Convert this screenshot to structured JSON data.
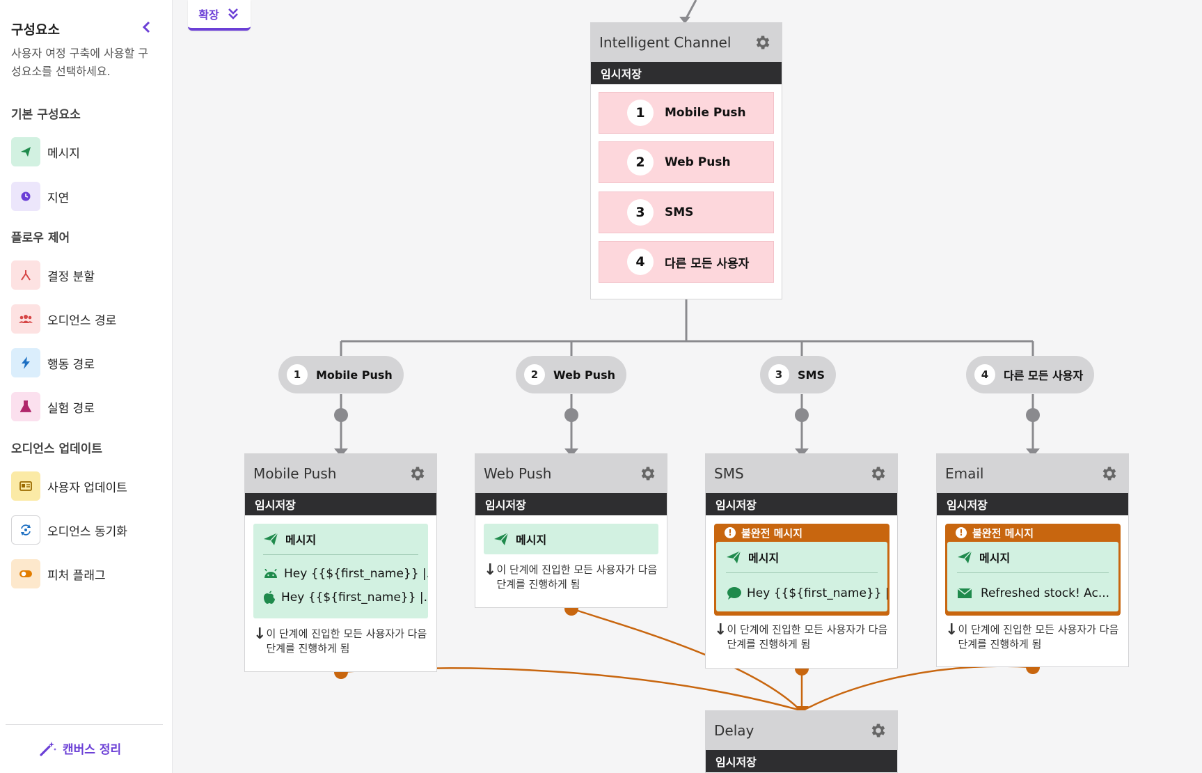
{
  "sidebar": {
    "title": "구성요소",
    "description": "사용자 여정 구축에 사용할 구성요소를 선택하세요.",
    "sections": {
      "basic": "기본 구성요소",
      "flow": "플로우 제어",
      "audience": "오디언스 업데이트"
    },
    "items": {
      "message": "메시지",
      "delay": "지연",
      "decision_split": "결정 분할",
      "audience_paths": "오디언스 경로",
      "action_paths": "행동 경로",
      "experiment_paths": "실험 경로",
      "user_update": "사용자 업데이트",
      "audience_sync": "오디언스 동기화",
      "feature_flag": "피처 플래그"
    },
    "tidy_label": "캔버스 정리"
  },
  "expand_label": "확장",
  "channel_step": {
    "title": "Intelligent Channel",
    "status": "임시저장",
    "priorities": [
      {
        "num": "1",
        "label": "Mobile Push"
      },
      {
        "num": "2",
        "label": "Web Push"
      },
      {
        "num": "3",
        "label": "SMS"
      },
      {
        "num": "4",
        "label": "다른 모든 사용자"
      }
    ]
  },
  "branches": [
    {
      "num": "1",
      "label": "Mobile Push"
    },
    {
      "num": "2",
      "label": "Web Push"
    },
    {
      "num": "3",
      "label": "SMS"
    },
    {
      "num": "4",
      "label": "다른 모든 사용자"
    }
  ],
  "steps": {
    "mobile_push": {
      "title": "Mobile Push",
      "status": "임시저장",
      "message_label": "메시지",
      "lines": [
        "Hey {{${first_name}} |...",
        "Hey {{${first_name}} |..."
      ],
      "advance": "이 단계에 진입한 모든 사용자가 다음 단계를 진행하게 됨"
    },
    "web_push": {
      "title": "Web Push",
      "status": "임시저장",
      "message_label": "메시지",
      "advance": "이 단계에 진입한 모든 사용자가 다음 단계를 진행하게 됨"
    },
    "sms": {
      "title": "SMS",
      "status": "임시저장",
      "warning": "불완전 메시지",
      "message_label": "메시지",
      "line": "Hey {{${first_name}} |...",
      "advance": "이 단계에 진입한 모든 사용자가 다음 단계를 진행하게 됨"
    },
    "email": {
      "title": "Email",
      "status": "임시저장",
      "warning": "불완전 메시지",
      "message_label": "메시지",
      "line": "Refreshed stock! Ac...",
      "advance": "이 단계에 진입한 모든 사용자가 다음 단계를 진행하게 됨"
    },
    "delay": {
      "title": "Delay",
      "status": "임시저장"
    }
  },
  "colors": {
    "accent": "#6b3fd6",
    "connector": "#8a8a8e",
    "advance_wire": "#c8660f",
    "message_bg": "#d2f1e1",
    "priority_bg": "#fdd7dc"
  }
}
